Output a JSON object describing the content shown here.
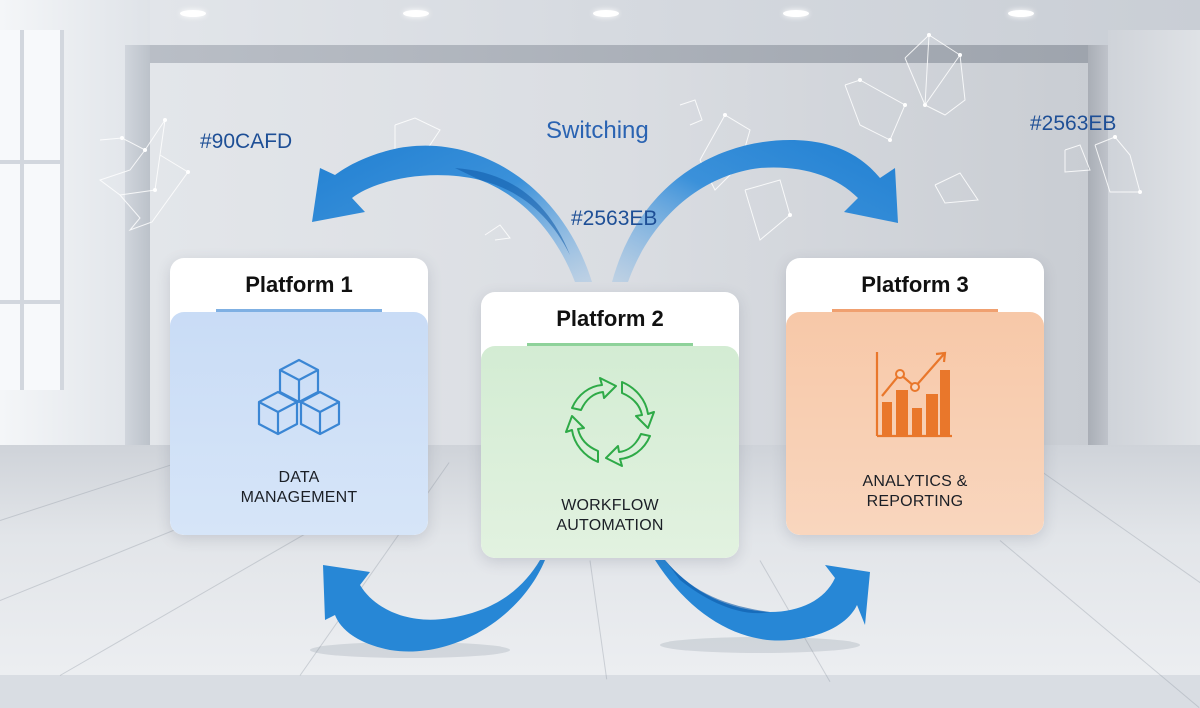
{
  "title": "Switching",
  "color_labels": {
    "left": "#90CAFD",
    "center": "#2563EB",
    "right": "#2563EB"
  },
  "colors": {
    "arrow": "#2585D6",
    "arrow_dark": "#0E5AA8",
    "label_text": "#1E4F96",
    "platform1_bg": "#CFE0F7",
    "platform2_bg": "#D8EED8",
    "platform3_bg": "#F8CDB0",
    "platform1_accent": "#3A86D4",
    "platform2_accent": "#2EAA47",
    "platform3_accent": "#E9772B"
  },
  "platforms": [
    {
      "title": "Platform 1",
      "icon": "cubes-icon",
      "lines": [
        "DATA",
        "MANAGEMENT"
      ]
    },
    {
      "title": "Platform 2",
      "icon": "cycle-arrows-icon",
      "lines": [
        "WORKFLOW",
        "AUTOMATION"
      ]
    },
    {
      "title": "Platform 3",
      "icon": "bar-chart-trend-icon",
      "lines": [
        "ANALYTICS &",
        "REPORTING"
      ]
    }
  ]
}
